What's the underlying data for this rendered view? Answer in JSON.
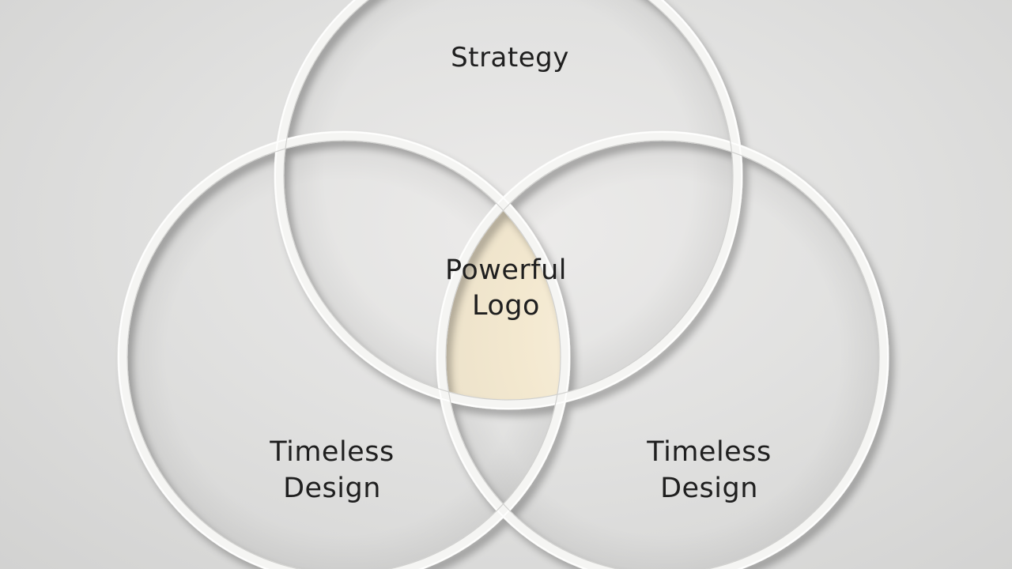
{
  "diagram": {
    "type": "venn",
    "circles": [
      {
        "label": "Strategy"
      },
      {
        "label_lines": [
          "Timeless",
          "Design"
        ]
      },
      {
        "label_lines": [
          "Timeless",
          "Design"
        ]
      }
    ],
    "center": {
      "label_lines": [
        "Powerful",
        "Logo"
      ]
    },
    "colors": {
      "background": "#dcdcdb",
      "ring": "#f4f4f2",
      "center_glow": "#f6ecd6",
      "text": "#1f1f1f"
    }
  }
}
